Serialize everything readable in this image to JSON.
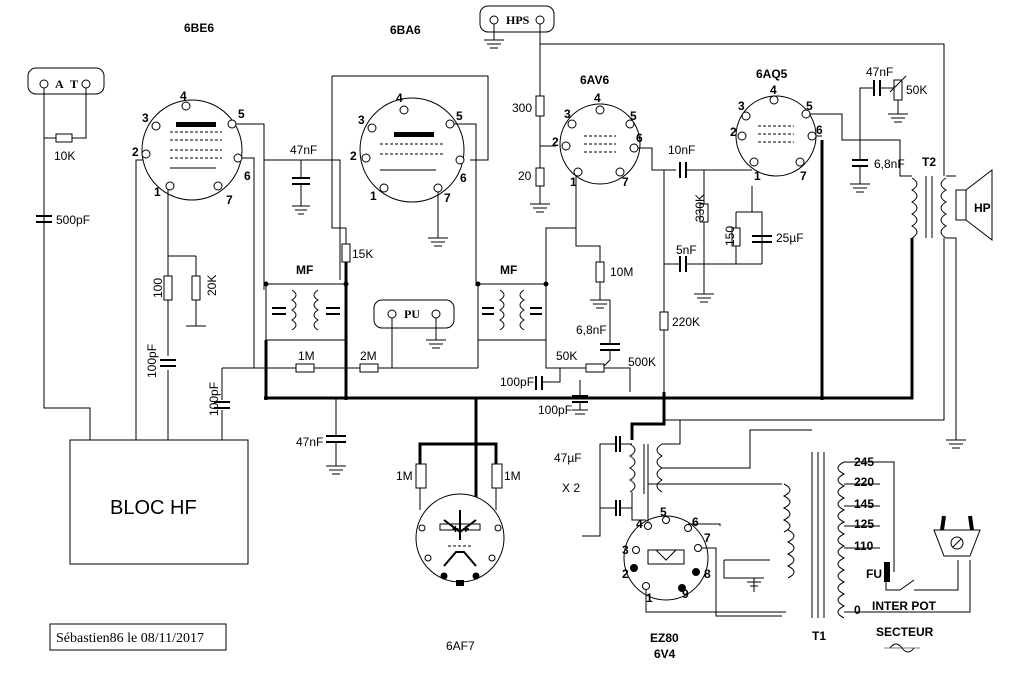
{
  "tubes": {
    "t1": "6BE6",
    "t2": "6BA6",
    "t3": "6AV6",
    "t4": "6AQ5",
    "t5": "6AF7",
    "rect_l1": "EZ80",
    "rect_l2": "6V4"
  },
  "terminals": {
    "antenna_a": "A",
    "antenna_t": "T",
    "hps": "HPS",
    "pu": "PU"
  },
  "components": {
    "r_10k": "10K",
    "c_500pf": "500pF",
    "r_100": "100",
    "r_20k": "20K",
    "c_100pf_a": "100pF",
    "c_100pf_b": "100pF",
    "c_47nf_a": "47nF",
    "r_15k": "15K",
    "mf_1": "MF",
    "mf_2": "MF",
    "r_1m_a": "1M",
    "r_2m": "2M",
    "c_47nf_b": "47nF",
    "r_1m_b": "1M",
    "r_1m_c": "1M",
    "r_300": "300",
    "r_20": "20",
    "r_10m": "10M",
    "c_6_8nf_a": "6,8nF",
    "r_50k_a": "50K",
    "r_500k": "500K",
    "c_100pf_c": "100pF",
    "c_100pf_d": "100pF",
    "c_10nf": "10nF",
    "r_330k": "330K",
    "r_150": "150",
    "c_25uf": "25µF",
    "c_5nf": "5nF",
    "r_220k": "220K",
    "c_47nf_c": "47nF",
    "r_50k_b": "50K",
    "c_6_8nf_b": "6,8nF",
    "t2_label": "T2",
    "hp_label": "HP",
    "c_47uf": "47µF",
    "x2": "X 2",
    "t1_label": "T1",
    "tap_245": "245",
    "tap_220": "220",
    "tap_145": "145",
    "tap_125": "125",
    "tap_110": "110",
    "tap_0": "0",
    "fu": "FU",
    "inter_pot": "INTER POT",
    "secteur": "SECTEUR"
  },
  "pins": {
    "p1": "1",
    "p2": "2",
    "p3": "3",
    "p4": "4",
    "p5": "5",
    "p6": "6",
    "p7": "7",
    "p8": "8",
    "p9": "9"
  },
  "bloc_hf": "BLOC  HF",
  "signature": "Sébastien86 le 08/11/2017"
}
